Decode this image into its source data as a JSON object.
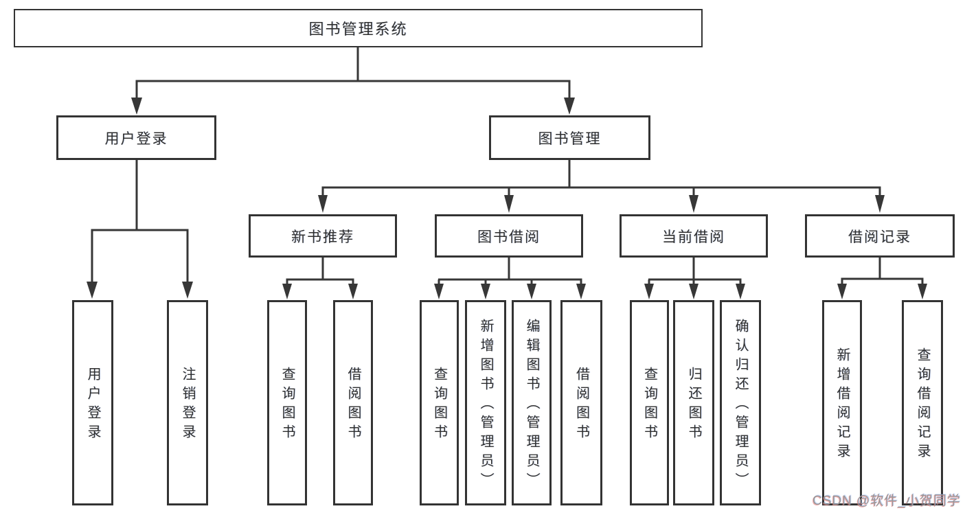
{
  "colors": {
    "background": "#ffffff",
    "line": "#373737",
    "box_border": "#333333",
    "text": "#2e2e2e",
    "watermark": "#989898"
  },
  "watermark": {
    "text": "CSDN @软件_小贺同学"
  },
  "tree": {
    "label": "图书管理系统",
    "children": [
      {
        "label": "用户登录",
        "children": [
          {
            "label": "用户登录"
          },
          {
            "label": "注销登录"
          }
        ]
      },
      {
        "label": "图书管理",
        "children": [
          {
            "label": "新书推荐",
            "children": [
              {
                "label": "查询图书"
              },
              {
                "label": "借阅图书"
              }
            ]
          },
          {
            "label": "图书借阅",
            "children": [
              {
                "label": "查询图书"
              },
              {
                "label": "新增图书（管理员）"
              },
              {
                "label": "编辑图书（管理员）"
              },
              {
                "label": "借阅图书"
              }
            ]
          },
          {
            "label": "当前借阅",
            "children": [
              {
                "label": "查询图书"
              },
              {
                "label": "归还图书"
              },
              {
                "label": "确认归还（管理员）"
              }
            ]
          },
          {
            "label": "借阅记录",
            "children": [
              {
                "label": "新增借阅记录"
              },
              {
                "label": "查询借阅记录"
              }
            ]
          }
        ]
      }
    ]
  }
}
